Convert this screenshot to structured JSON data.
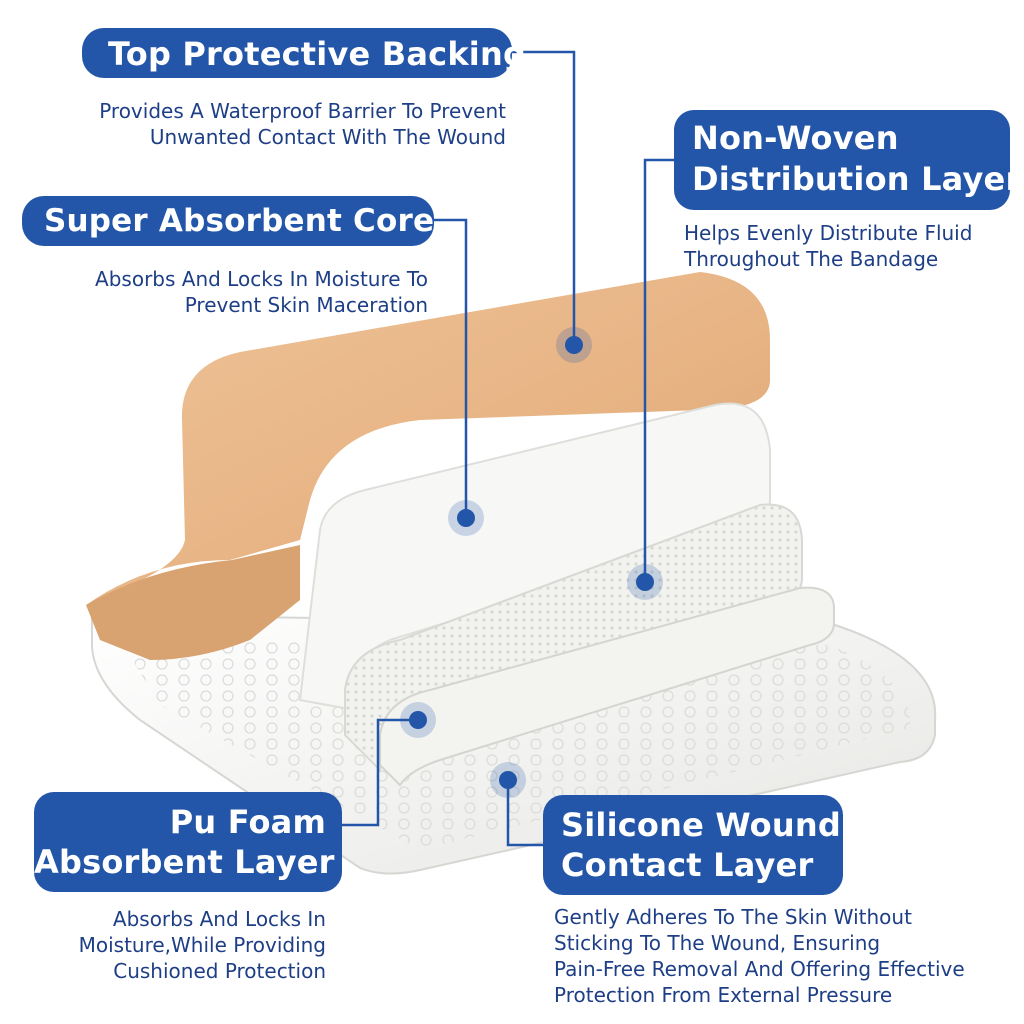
{
  "colors": {
    "accent": "#2356a8",
    "text": "#1e3f86",
    "backing": "#e9b787",
    "white_layer": "#f4f4f2"
  },
  "layers": [
    {
      "id": "top-protective-backing",
      "title_lines": [
        "Top Protective Backing"
      ],
      "description_lines": [
        "Provides A Waterproof Barrier To Prevent",
        "Unwanted Contact With The Wound"
      ]
    },
    {
      "id": "non-woven-distribution-layer",
      "title_lines": [
        "Non-Woven",
        "Distribution Layer"
      ],
      "description_lines": [
        "Helps Evenly Distribute Fluid",
        "Throughout The Bandage"
      ]
    },
    {
      "id": "super-absorbent-core",
      "title_lines": [
        "Super Absorbent Core"
      ],
      "description_lines": [
        "Absorbs And Locks In Moisture To",
        "Prevent Skin Maceration"
      ]
    },
    {
      "id": "pu-foam-absorbent-layer",
      "title_lines": [
        "Pu Foam",
        "Absorbent Layer"
      ],
      "description_lines": [
        "Absorbs And Locks In",
        "Moisture,While Providing",
        "Cushioned Protection"
      ]
    },
    {
      "id": "silicone-wound-contact-layer",
      "title_lines": [
        "Silicone Wound",
        "Contact Layer"
      ],
      "description_lines": [
        "Gently Adheres To The Skin Without",
        "Sticking To The Wound, Ensuring",
        "Pain-Free Removal And Offering Effective",
        "Protection From External Pressure"
      ]
    }
  ]
}
